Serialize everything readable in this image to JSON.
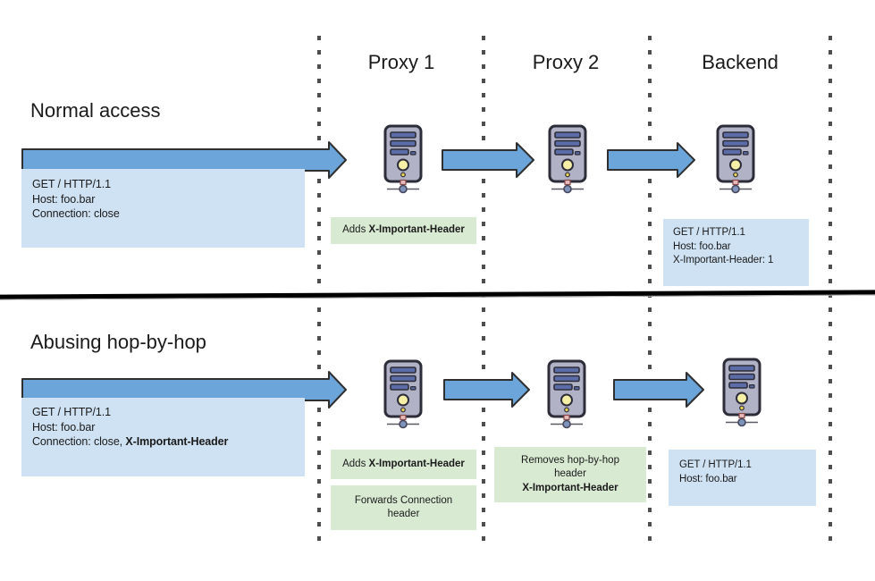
{
  "columns": {
    "proxy1": "Proxy 1",
    "proxy2": "Proxy 2",
    "backend": "Backend"
  },
  "normal": {
    "title": "Normal access",
    "client_request": {
      "line1": "GET / HTTP/1.1",
      "line2": "Host: foo.bar",
      "line3": "Connection: close"
    },
    "proxy1_note": {
      "prefix": "Adds ",
      "bold": "X-Important-Header"
    },
    "backend_request": {
      "line1": "GET / HTTP/1.1",
      "line2": "Host: foo.bar",
      "line3": "X-Important-Header: 1"
    }
  },
  "abuse": {
    "title": "Abusing hop-by-hop",
    "client_request": {
      "line1": "GET / HTTP/1.1",
      "line2": "Host: foo.bar",
      "line3_prefix": "Connection: close, ",
      "line3_bold": "X-Important-Header"
    },
    "proxy1_note_adds": {
      "prefix": "Adds ",
      "bold": "X-Important-Header"
    },
    "proxy1_note_forwards": {
      "line1": "Forwards Connection",
      "line2": "header"
    },
    "proxy2_note": {
      "line1": "Removes hop-by-hop",
      "line2": "header",
      "bold_line": "X-Important-Header"
    },
    "backend_request": {
      "line1": "GET / HTTP/1.1",
      "line2": "Host: foo.bar"
    }
  },
  "icons": {
    "server": "server-icon",
    "arrow": "right-arrow-icon"
  },
  "colors": {
    "arrow_fill": "#6ba5da",
    "arrow_stroke": "#2f2f2f",
    "request_box": "#cfe2f3",
    "note_box": "#d9ead3",
    "divider": "#000000",
    "dotted_line": "#4d4d4d"
  }
}
